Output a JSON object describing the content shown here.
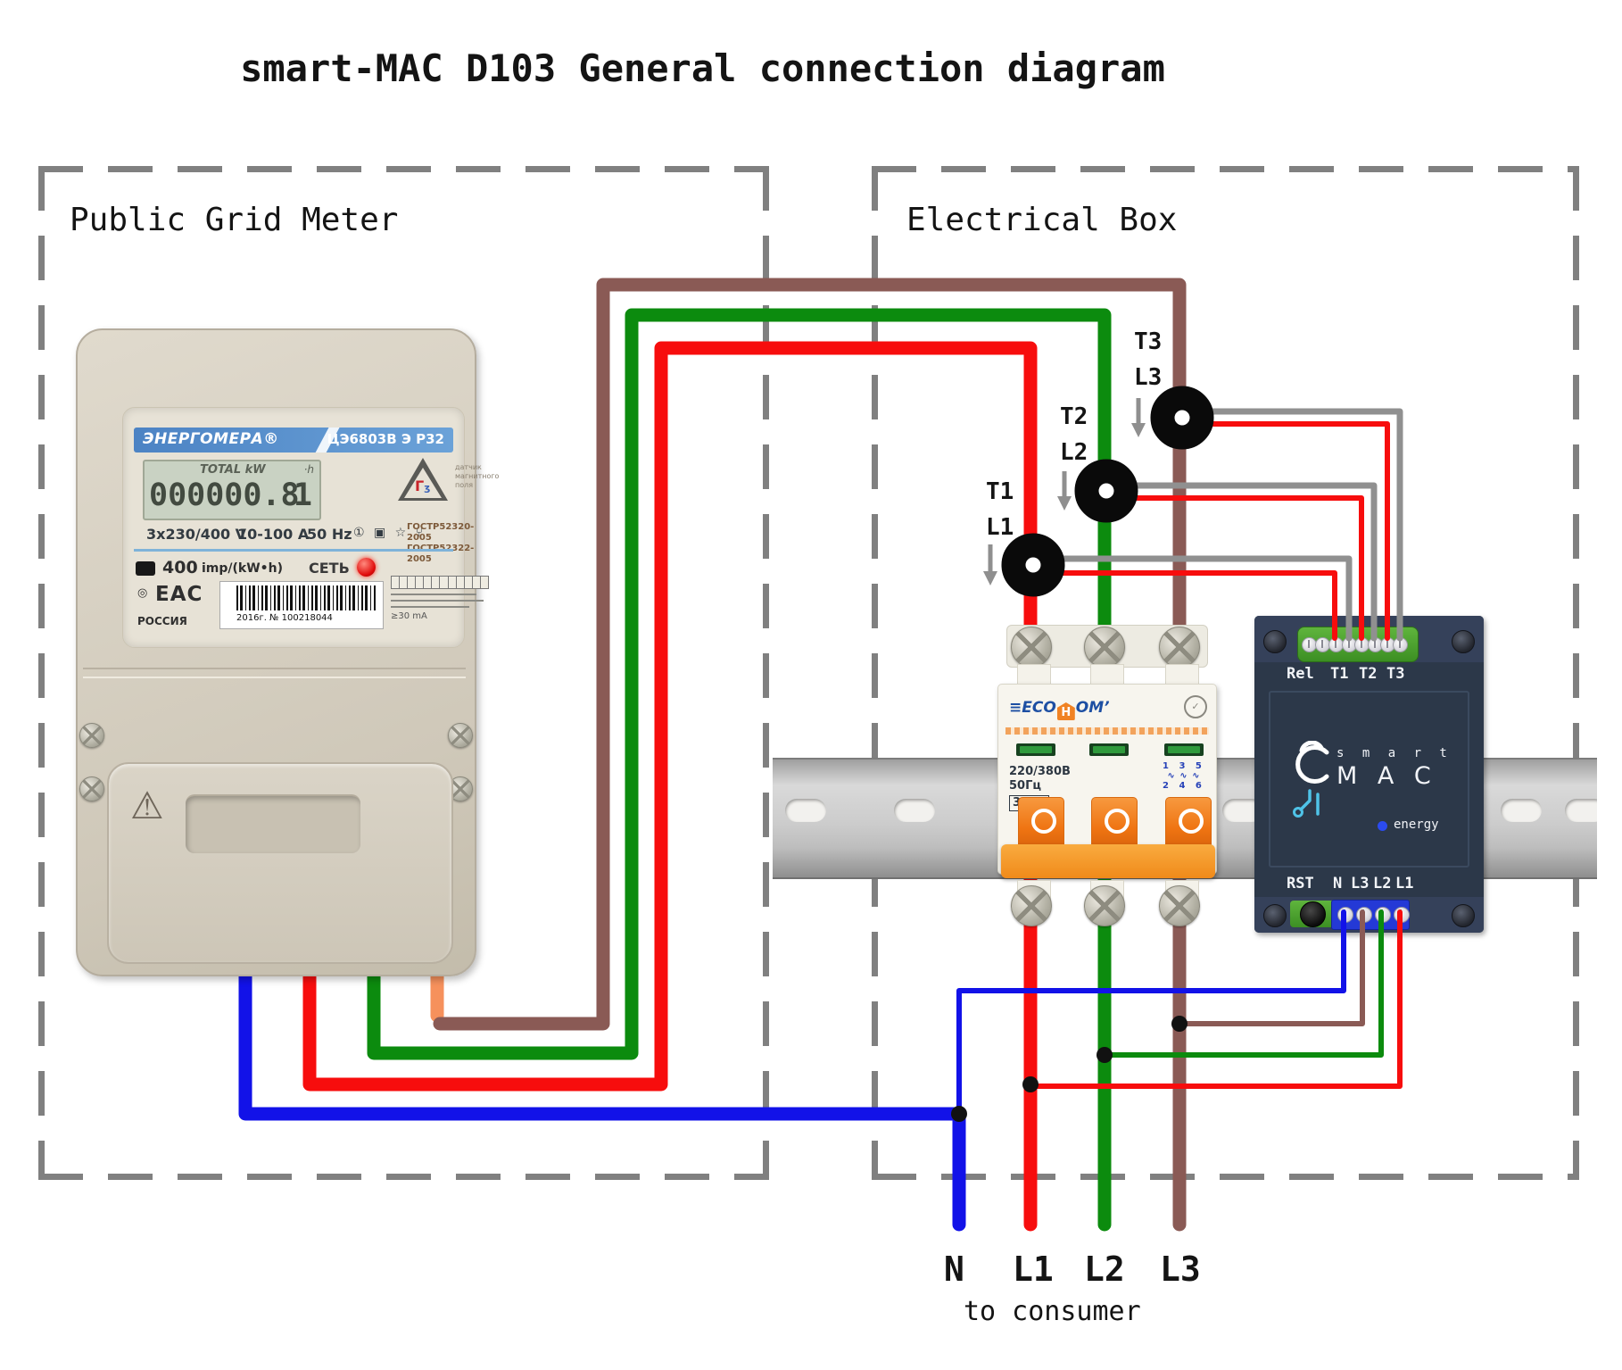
{
  "title": "smart-MAC D103 General connection diagram",
  "boxes": {
    "left_label": "Public Grid Meter",
    "right_label": "Electrical Box"
  },
  "colors": {
    "wire_blue": "#1212e8",
    "wire_red": "#f70d0d",
    "wire_green": "#0c8b0e",
    "wire_brown": "#8a5a55",
    "wire_orange": "#f6915c",
    "wire_gray": "#909090",
    "dash": "#808080",
    "accent_cyan": "#4fc3e8",
    "navy": "#2c3849",
    "brk_orange": "#f08a1a"
  },
  "icons": {
    "circle_mark": "◎",
    "warning": "⚠",
    "cert_icons": "① ▣ ☆ ⑂"
  },
  "meter": {
    "brand": "ЭНЕРГОМЕРА®",
    "model": "ЦЭ6803В Э Р32",
    "lcd_label": "TOTAL kW",
    "lcd_unit": "·h",
    "lcd_value": "000000.8",
    "lcd_digit": "1",
    "voltage": "3x230/400 V",
    "current": "10-100 A",
    "freq": "50 Hz",
    "gost1": "ГОСТР52320-2005",
    "gost2": "ГОСТР52322-2005",
    "impulses_value": "400",
    "impulses_unit": "imp/(kW•h)",
    "power_led": "СЕТЬ",
    "eac": "ЕАС",
    "country": "РОССИЯ",
    "serial": "2016г. № 100218044",
    "sensor_note1": "датчик",
    "sensor_note2": "магнитного",
    "sensor_note3": "поля",
    "current_note": "≥30 mA"
  },
  "breaker": {
    "brand_eco": "≡ECO",
    "brand_h": "H",
    "brand_om": "OM’",
    "voltage": "220/380В",
    "freq": "50Гц",
    "model": "3С20",
    "nums_top": "1 3 5",
    "nums_mid": "∿ ∿ ∿",
    "nums_bottom": "2 4 6"
  },
  "device": {
    "label_rel": "Rel",
    "label_t1": "T1",
    "label_t2": "T2",
    "label_t3": "T3",
    "logo_smart": "s m a r t",
    "logo_mac": "M A C",
    "energy": "energy",
    "label_rst": "RST",
    "label_n": "N",
    "label_l3": "L3",
    "label_l2": "L2",
    "label_l1": "L1"
  },
  "cts": {
    "t1": "T1",
    "l1": "L1",
    "t2": "T2",
    "l2": "L2",
    "t3": "T3",
    "l3": "L3"
  },
  "outputs": {
    "n": "N",
    "l1": "L1",
    "l2": "L2",
    "l3": "L3",
    "note": "to consumer"
  }
}
